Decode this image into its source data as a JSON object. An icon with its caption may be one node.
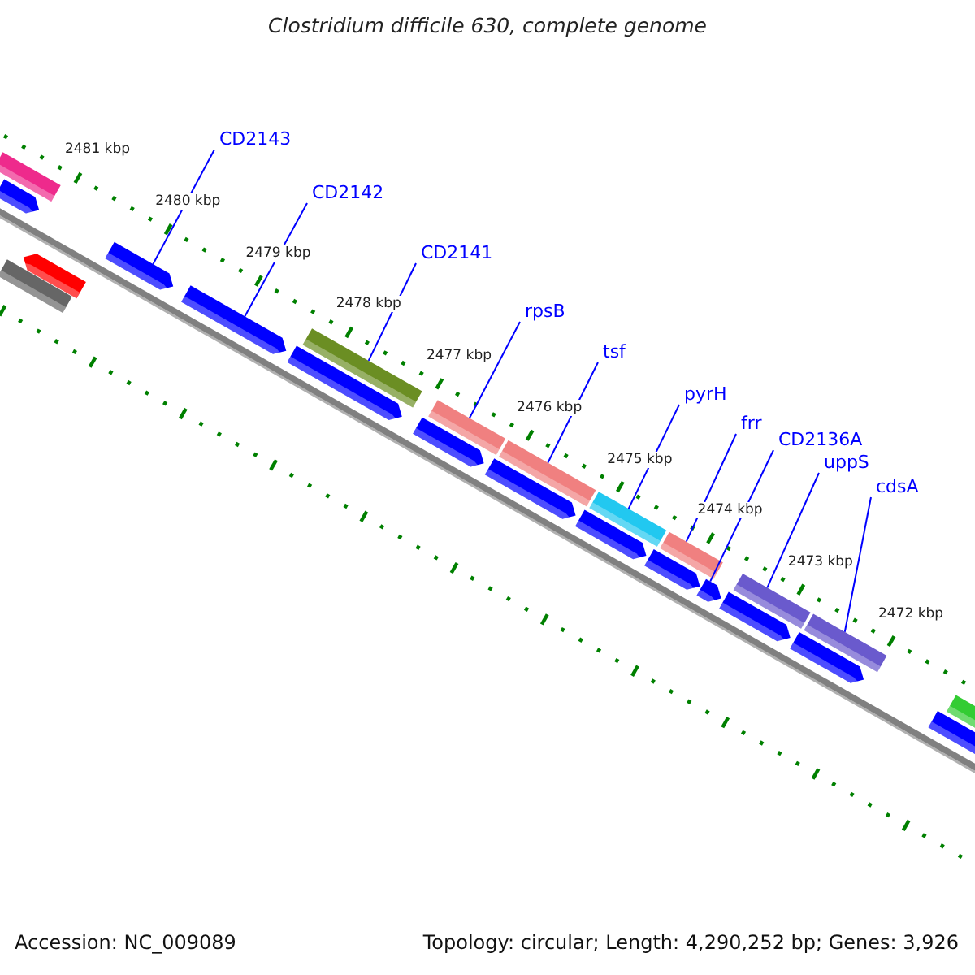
{
  "diagram": {
    "title": "Clostridium difficile 630, complete genome",
    "nodes": [
      {
        "text": [
          "CD2143"
        ]
      },
      {
        "text": [
          "CD2142"
        ]
      },
      {
        "text": [
          "CD2141"
        ]
      },
      {
        "text": [
          "rpsB"
        ]
      },
      {
        "text": [
          "tsf"
        ]
      },
      {
        "text": [
          "pyrH"
        ]
      },
      {
        "text": [
          "frr"
        ]
      },
      {
        "text": [
          "CD2136A"
        ]
      },
      {
        "text": [
          "uppS"
        ]
      },
      {
        "text": [
          "cdsA"
        ]
      },
      {
        "text": [],
        "shape": "bar"
      },
      {
        "text": [],
        "shape": "arrow"
      },
      {
        "text": [],
        "shape": "bar"
      },
      {
        "text": [],
        "shape": "arrow"
      },
      {
        "text": [],
        "shape": "arrow"
      },
      {
        "text": [],
        "shape": "arrow"
      },
      {
        "text": [],
        "shape": "bar"
      },
      {
        "text": [],
        "shape": "arrow"
      },
      {
        "text": [],
        "shape": "bar"
      },
      {
        "text": [],
        "shape": "arrow"
      },
      {
        "text": [],
        "shape": "bar"
      },
      {
        "text": [],
        "shape": "arrow"
      },
      {
        "text": [],
        "shape": "bar"
      },
      {
        "text": [],
        "shape": "arrow"
      },
      {
        "text": [],
        "shape": "bar"
      },
      {
        "text": [],
        "shape": "arrow"
      },
      {
        "text": [],
        "shape": "arrow"
      },
      {
        "text": [],
        "shape": "bar"
      },
      {
        "text": [],
        "shape": "arrow"
      },
      {
        "text": [],
        "shape": "bar"
      },
      {
        "text": [],
        "shape": "arrow"
      },
      {
        "text": [],
        "shape": "arrow"
      },
      {
        "text": [],
        "shape": "bar"
      }
    ],
    "edges": [
      {
        "from": 0,
        "to": 14,
        "arrow": "none"
      },
      {
        "from": 1,
        "to": 15,
        "arrow": "none"
      },
      {
        "from": 2,
        "to": 16,
        "arrow": "none"
      },
      {
        "from": 3,
        "to": 18,
        "arrow": "none"
      },
      {
        "from": 4,
        "to": 20,
        "arrow": "none"
      },
      {
        "from": 5,
        "to": 22,
        "arrow": "none"
      },
      {
        "from": 6,
        "to": 24,
        "arrow": "none"
      },
      {
        "from": 7,
        "to": 26,
        "arrow": "none"
      },
      {
        "from": 8,
        "to": 27,
        "arrow": "none"
      },
      {
        "from": 9,
        "to": 29,
        "arrow": "none"
      }
    ],
    "labels": [
      "2481 kbp",
      "2480 kbp",
      "2479 kbp",
      "2478 kbp",
      "2477 kbp",
      "2476 kbp",
      "2475 kbp",
      "2474 kbp",
      "2473 kbp",
      "2472 kbp",
      "Accession: NC_009089",
      "Topology: circular; Length: 4,290,252 bp; Genes: 3,926"
    ]
  }
}
